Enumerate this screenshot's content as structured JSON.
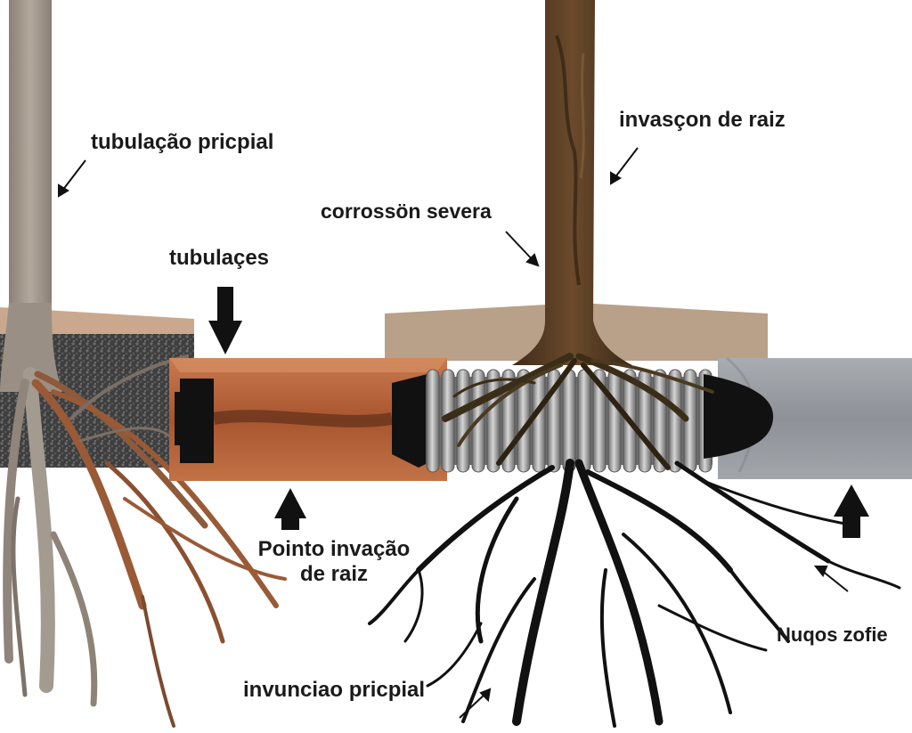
{
  "labels": {
    "main_pipe": "tubulação pricpial",
    "pipes": "tubulaçes",
    "corrosion": "corrossön severa",
    "root_invasion": "invasçon de raiz",
    "entry_point_line1": "Pointo invação",
    "entry_point_line2": "de raiz",
    "junction": "invunciao pricpial",
    "new_roots": "Nuqos zofie"
  },
  "colors": {
    "background": "#ffffff",
    "soil": "#b9a089",
    "soil_top": "#caa88e",
    "gravel": "#4a4a4a",
    "copper_pipe": "#b8693f",
    "corrugated_pipe": "#9c9c9c",
    "steel_pipe": "#9fa3a8",
    "left_tree_trunk": "#a59a8e",
    "right_tree_trunk": "#5a3f26",
    "dark_roots": "#111111",
    "brown_roots": "#9a5a36",
    "arrow": "#111111",
    "text": "#1a1a1a"
  },
  "icons": [
    "thin-arrow-icon",
    "block-arrow-down-icon",
    "block-arrow-up-icon"
  ]
}
